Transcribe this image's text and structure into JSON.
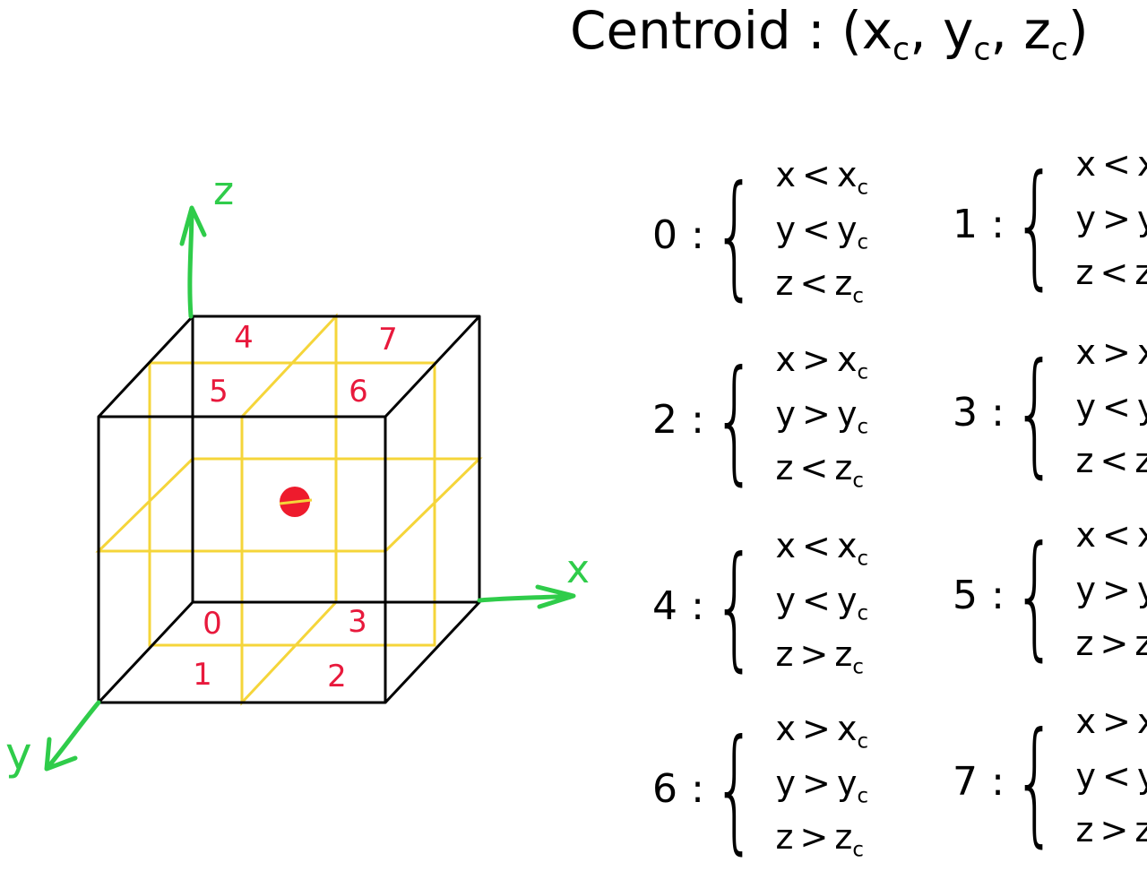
{
  "title": {
    "prefix": "Centroid : (",
    "x": "x",
    "y": "y",
    "z": "z",
    "sub": "c",
    "sep": ", ",
    "suffix": ")"
  },
  "axes": {
    "x": "x",
    "y": "y",
    "z": "z"
  },
  "cube_labels": {
    "top": [
      "4",
      "7",
      "5",
      "6"
    ],
    "bottom": [
      "0",
      "3",
      "1",
      "2"
    ]
  },
  "colors": {
    "axis": "#2fcc4a",
    "grid": "#f5d53a",
    "label": "#e8193c",
    "centroid": "#ee1b2d",
    "edge": "#000000"
  },
  "octants": [
    {
      "id": "0",
      "sep": ":",
      "conds": [
        {
          "v": "x",
          "op": "<",
          "c": "x"
        },
        {
          "v": "y",
          "op": "<",
          "c": "y"
        },
        {
          "v": "z",
          "op": "<",
          "c": "z"
        }
      ]
    },
    {
      "id": "1",
      "sep": ":",
      "conds": [
        {
          "v": "x",
          "op": "<",
          "c": "x"
        },
        {
          "v": "y",
          "op": ">",
          "c": "y"
        },
        {
          "v": "z",
          "op": "<",
          "c": "z"
        }
      ]
    },
    {
      "id": "2",
      "sep": ":",
      "conds": [
        {
          "v": "x",
          "op": ">",
          "c": "x"
        },
        {
          "v": "y",
          "op": ">",
          "c": "y"
        },
        {
          "v": "z",
          "op": "<",
          "c": "z"
        }
      ]
    },
    {
      "id": "3",
      "sep": ":",
      "conds": [
        {
          "v": "x",
          "op": ">",
          "c": "x"
        },
        {
          "v": "y",
          "op": "<",
          "c": "y"
        },
        {
          "v": "z",
          "op": "<",
          "c": "z"
        }
      ]
    },
    {
      "id": "4",
      "sep": ":",
      "conds": [
        {
          "v": "x",
          "op": "<",
          "c": "x"
        },
        {
          "v": "y",
          "op": "<",
          "c": "y"
        },
        {
          "v": "z",
          "op": ">",
          "c": "z"
        }
      ]
    },
    {
      "id": "5",
      "sep": ":",
      "conds": [
        {
          "v": "x",
          "op": "<",
          "c": "x"
        },
        {
          "v": "y",
          "op": ">",
          "c": "y"
        },
        {
          "v": "z",
          "op": ">",
          "c": "z"
        }
      ]
    },
    {
      "id": "6",
      "sep": ":",
      "conds": [
        {
          "v": "x",
          "op": ">",
          "c": "x"
        },
        {
          "v": "y",
          "op": ">",
          "c": "y"
        },
        {
          "v": "z",
          "op": ">",
          "c": "z"
        }
      ]
    },
    {
      "id": "7",
      "sep": ":",
      "conds": [
        {
          "v": "x",
          "op": ">",
          "c": "x"
        },
        {
          "v": "y",
          "op": "<",
          "c": "y"
        },
        {
          "v": "z",
          "op": ">",
          "c": "z"
        }
      ]
    }
  ]
}
